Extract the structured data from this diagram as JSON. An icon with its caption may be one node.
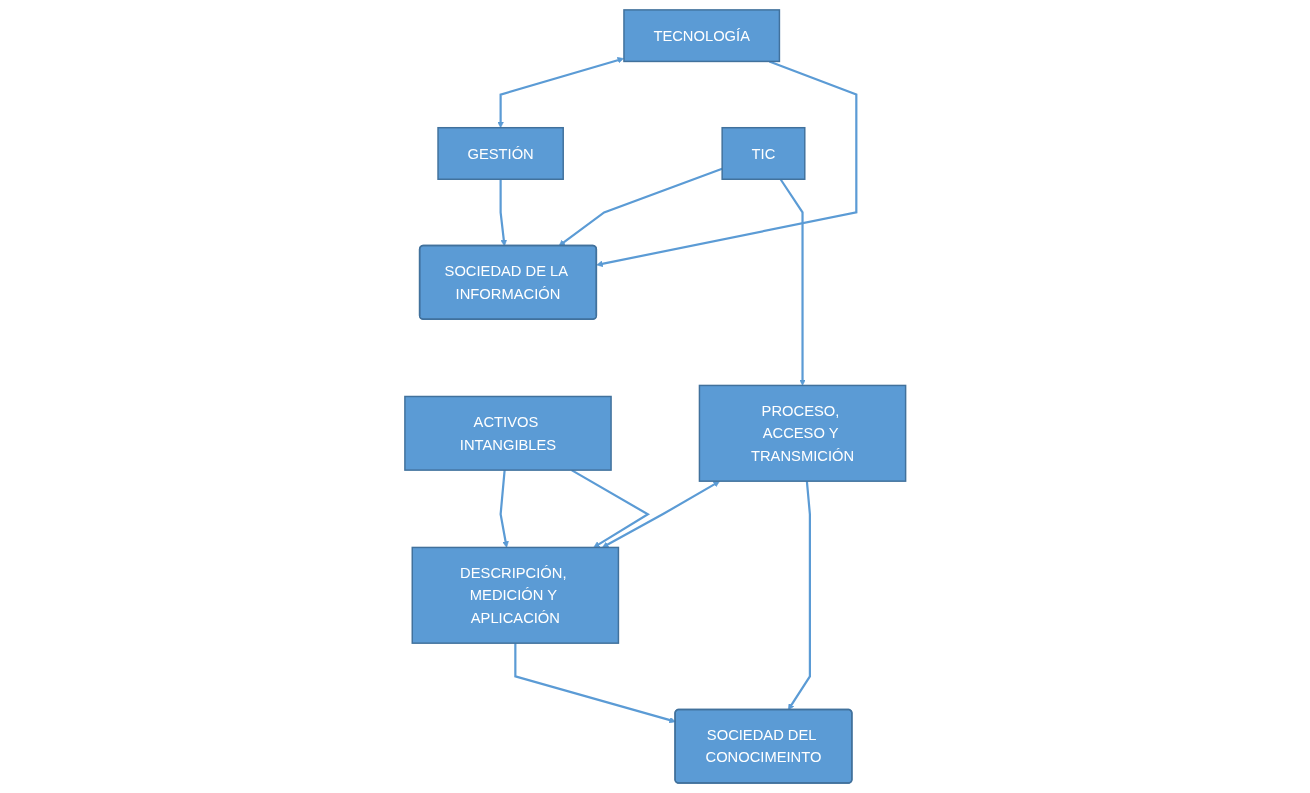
{
  "diagram": {
    "nodes": [
      {
        "text": [
          "SOCIEDAD DE LA INFORMACIÓN"
        ]
      },
      {
        "text": [
          "TECNOLOGÍA"
        ]
      },
      {
        "text": [
          "GESTIÓN"
        ]
      },
      {
        "text": [
          "TIC"
        ]
      },
      {
        "text": [
          "ACTIVOS INTANGIBLES"
        ]
      },
      {
        "text": [
          "PROCESO, ACCESO Y TRANSMICIÓN"
        ]
      },
      {
        "text": [
          "DESCRIPCIÓN, MEDICIÓN Y APLICACIÓN"
        ]
      },
      {
        "text": [
          "SOCIEDAD DEL CONOCIMEINTO"
        ]
      }
    ],
    "edges": [
      {
        "from": 3,
        "to": 0,
        "arrow": "to"
      },
      {
        "from": 1,
        "to": 2,
        "arrow": "both"
      },
      {
        "from": 1,
        "to": 0,
        "arrow": "to"
      },
      {
        "from": 2,
        "to": 0,
        "arrow": "to"
      },
      {
        "from": 4,
        "to": 6,
        "arrow": "to"
      },
      {
        "from": 3,
        "to": 5,
        "arrow": "to"
      },
      {
        "from": 4,
        "to": 6,
        "arrow": "to"
      },
      {
        "from": 5,
        "to": 6,
        "arrow": "both"
      },
      {
        "from": 5,
        "to": 7,
        "arrow": "to"
      },
      {
        "from": 6,
        "to": 7,
        "arrow": "to"
      }
    ]
  }
}
